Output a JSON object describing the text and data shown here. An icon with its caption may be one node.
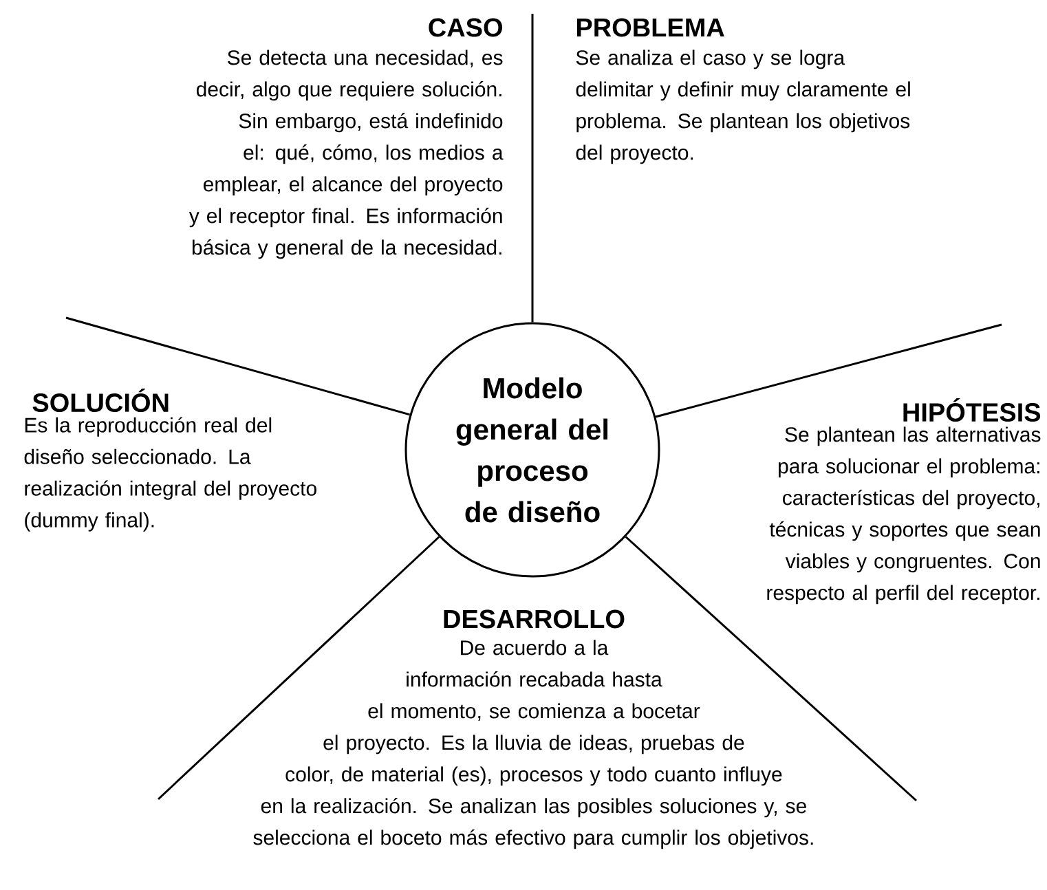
{
  "diagram": {
    "nodes": [
      {
        "text": [
          "Modelo general del proceso de diseño"
        ]
      }
    ],
    "labels": [
      "CASO",
      "Se detecta una necesidad, es decir, algo que requiere solución. Sin embargo, está indefinido el: qué, cómo, los medios a emplear, el alcance del proyecto y el receptor final. Es información  básica y general de la necesidad.",
      "PROBLEMA",
      "Se analiza el caso y se logra delimitar y definir muy claramente el problema. Se plantean los objetivos del proyecto.",
      "SOLUCIÓN",
      "Es la reproducción real del diseño seleccionado. La realización integral del proyecto (dummy final).",
      "HIPÓTESIS",
      "Se plantean las alternativas para solucionar el problema: características del proyecto, técnicas y soportes que sean viables y congruentes. Con respecto al perfil del receptor.",
      "DESARROLLO",
      "De acuerdo a la información recabada hasta el momento, se comienza a bocetar el proyecto. Es la lluvia de ideas, pruebas de color, de material (es), procesos y todo cuanto influye en la realización. Se analizan las posibles soluciones y, se selecciona el boceto más efectivo para cumplir los objetivos."
    ]
  }
}
